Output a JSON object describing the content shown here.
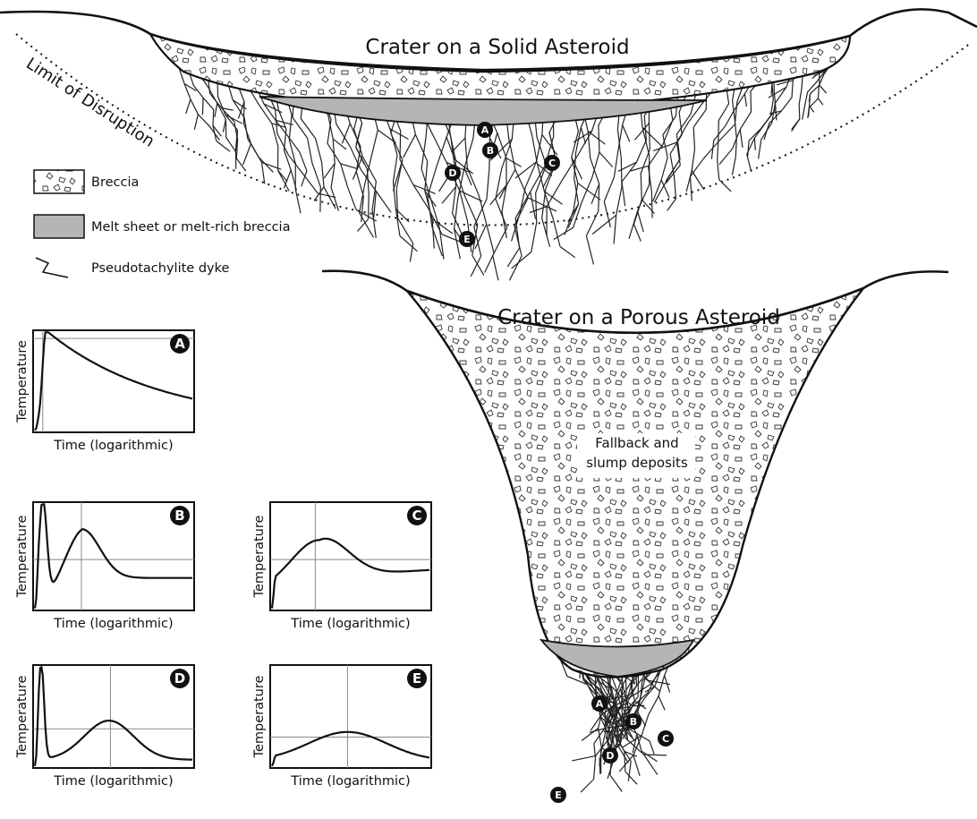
{
  "titles": {
    "solid": "Crater on a Solid Asteroid",
    "porous": "Crater on a Porous Asteroid"
  },
  "limit_label": "Limit of Disruption",
  "fallback_label": [
    "Fallback and",
    "slump deposits"
  ],
  "legend": {
    "breccia": "Breccia",
    "melt": "Melt sheet or melt-rich breccia",
    "dyke": "Pseudotachylite dyke"
  },
  "axes": {
    "ylabel": "Temperature",
    "xlabel": "Time (logarithmic)"
  },
  "markers": [
    "A",
    "B",
    "C",
    "D",
    "E"
  ],
  "colors": {
    "breccia_fill": "#ffffff",
    "melt_fill": "#b5b5b5",
    "ink": "#111111"
  },
  "plots": [
    {
      "id": "A",
      "curve": "sharp early peak, slow decay"
    },
    {
      "id": "B",
      "curve": "sharp early peak, dip, secondary hump, decay"
    },
    {
      "id": "C",
      "curve": "single broad hump"
    },
    {
      "id": "D",
      "curve": "sharp early spike, later broad hump"
    },
    {
      "id": "E",
      "curve": "low broad hump"
    }
  ]
}
